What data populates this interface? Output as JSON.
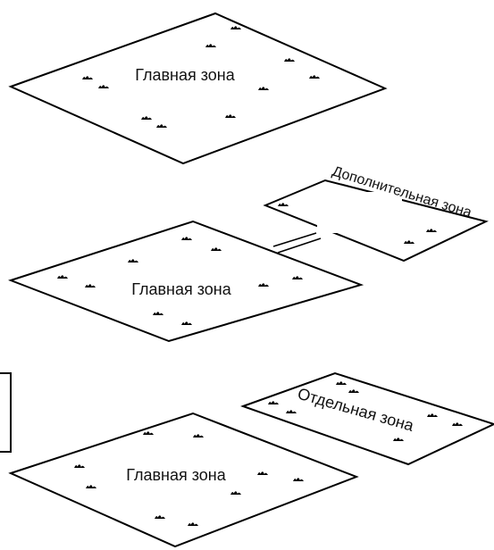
{
  "diagram": {
    "scene_top": {
      "main_label": "Главная зона"
    },
    "scene_middle": {
      "main_label": "Главная зона",
      "extra_label": "Дополнительная зона"
    },
    "scene_bottom": {
      "main_label": "Главная зона",
      "separate_label": "Отдельная зона"
    },
    "colors": {
      "outline": "#000000",
      "fill": "#ffffff",
      "grass": "#333333"
    },
    "icons": {
      "grass_tuft": "grass-tuft-icon"
    }
  }
}
